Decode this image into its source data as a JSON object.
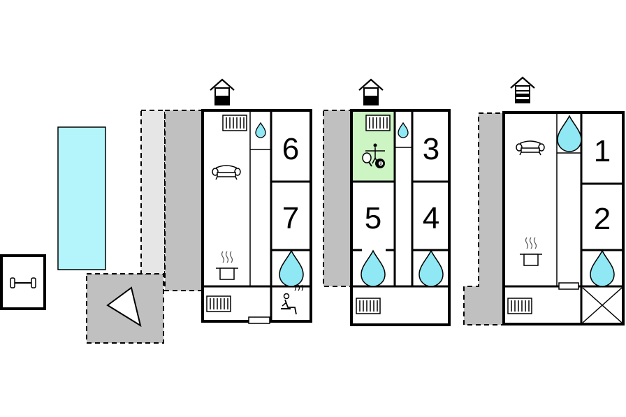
{
  "colors": {
    "water": "#b4f4fb",
    "drop": "#8fe8f4",
    "terrace": "#c0c0c0",
    "terrace_light": "#e6e6e6",
    "wall": "#000000",
    "activity_room": "#cdf5c4",
    "radiator": "#ffffff"
  },
  "rooms": {
    "bedroom_1": "1",
    "bedroom_2": "2",
    "bedroom_3": "3",
    "bedroom_4": "4",
    "bedroom_5": "5",
    "bedroom_6": "6",
    "bedroom_7": "7"
  },
  "icons": [
    "entrance-house-icon",
    "radiator-icon",
    "water-drop-icon",
    "sofa-icon",
    "cooking-pot-icon",
    "sauna-icon",
    "table-tennis-icon",
    "billiard-ball-icon",
    "fitness-dumbbell-icon",
    "sun-lounger-icon"
  ]
}
